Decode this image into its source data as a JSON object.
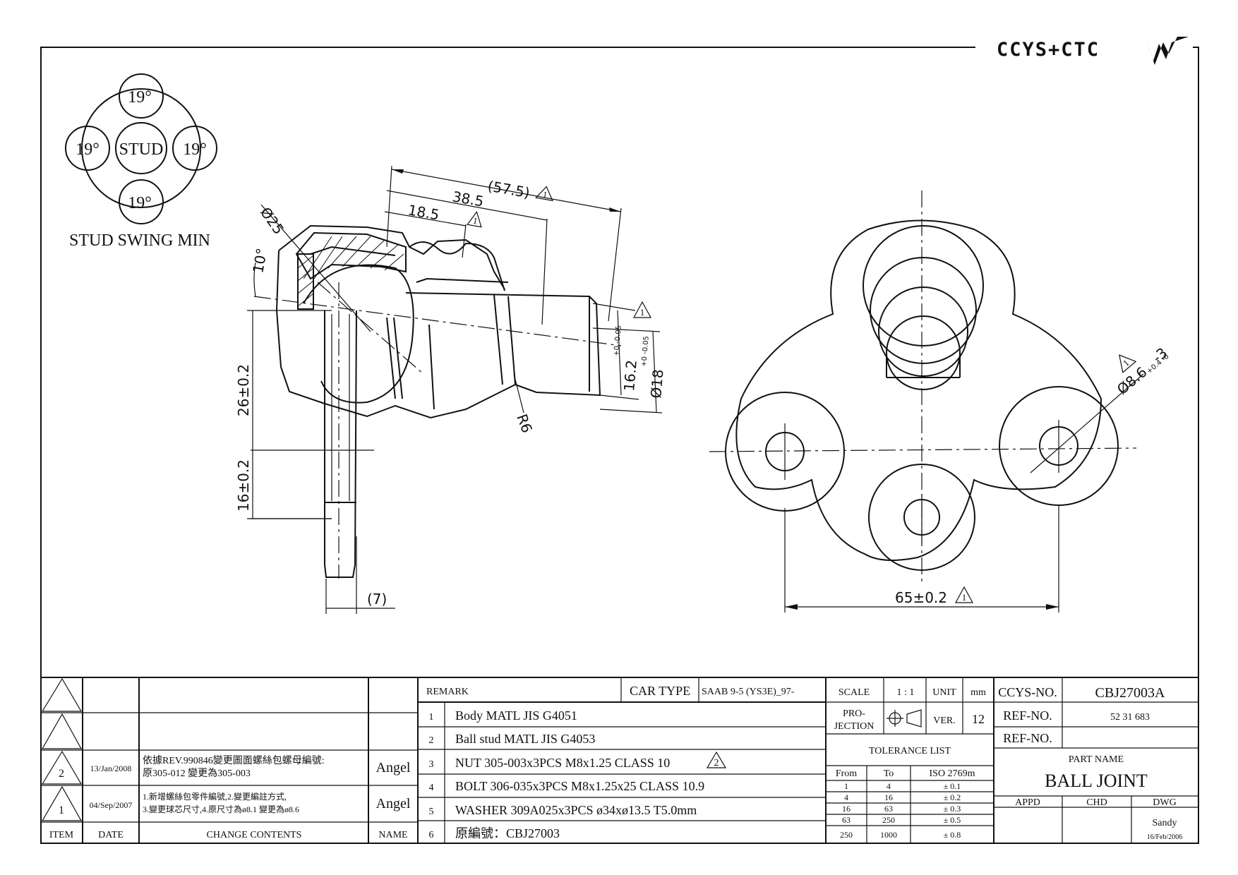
{
  "logo": {
    "text": "CCYS+CTC"
  },
  "swing": {
    "center_label": "STUD",
    "angles": [
      "19°",
      "19°",
      "19°",
      "19°"
    ],
    "caption": "STUD SWING MIN"
  },
  "side_view": {
    "dims": {
      "d57": "(57.5)",
      "d38": "38.5",
      "d18": "18.5",
      "dia25": "Ø25",
      "angle10": "10°",
      "d26": "26±0.2",
      "d16": "16±0.2",
      "d7": "(7)",
      "d162": "16.2",
      "d162_tol": "+0 -0.05",
      "dia18": "Ø18",
      "dia18_tol": "+0 -0.05",
      "r6": "R6"
    },
    "rev_mark": "1"
  },
  "top_view": {
    "dims": {
      "hole": "Ø8.6",
      "hole_tol": "+0.4 -0",
      "hole_qty": "-3",
      "pitch": "65±0.2"
    },
    "rev_mark": "1"
  },
  "revisions": {
    "rows": [
      {
        "mark": "",
        "date": "",
        "content": [
          "",
          ""
        ],
        "name": ""
      },
      {
        "mark": "",
        "date": "",
        "content": [
          "",
          ""
        ],
        "name": ""
      },
      {
        "mark": "2",
        "date": "13/Jan/2008",
        "content": [
          "依據REV.990846變更圖面螺絲包螺母編號:",
          "原305-012 變更為305-003"
        ],
        "name": "Angel"
      },
      {
        "mark": "1",
        "date": "04/Sep/2007",
        "content": [
          "1.新增螺絲包零件編號,2.變更編註方式,",
          "3.變更球芯尺寸,4.原尺寸為ø8.1 變更為ø8.6"
        ],
        "name": "Angel"
      }
    ],
    "headers": {
      "item": "ITEM",
      "date": "DATE",
      "change": "CHANGE CONTENTS",
      "name": "NAME"
    }
  },
  "remarks": {
    "header": "REMARK",
    "car_type_label": "CAR TYPE",
    "car_type_value": "SAAB 9-5 (YS3E)_97-",
    "items": [
      {
        "n": "1",
        "text": "Body MATL JIS G4051"
      },
      {
        "n": "2",
        "text": "Ball stud MATL JIS G4053"
      },
      {
        "n": "3",
        "text": "NUT 305-003x3PCS M8x1.25 CLASS 10",
        "rev": "2"
      },
      {
        "n": "4",
        "text": "BOLT 306-035x3PCS M8x1.25x25 CLASS 10.9"
      },
      {
        "n": "5",
        "text": "WASHER 309A025x3PCS ø34xø13.5 T5.0mm"
      },
      {
        "n": "6",
        "text": "原編號：CBJ27003"
      }
    ]
  },
  "title_block": {
    "scale_label": "SCALE",
    "scale_value": "1 : 1",
    "unit_label": "UNIT",
    "unit_value": "mm",
    "projection_label_1": "PRO-",
    "projection_label_2": "JECTION",
    "ver_label": "VER.",
    "ver_value": "12",
    "tolerance_title": "TOLERANCE LIST",
    "tol_headers": [
      "From",
      "To",
      "ISO 2769m"
    ],
    "tolerances": [
      [
        "1",
        "4",
        "± 0.1"
      ],
      [
        "4",
        "16",
        "± 0.2"
      ],
      [
        "16",
        "63",
        "± 0.3"
      ],
      [
        "63",
        "250",
        "± 0.5"
      ],
      [
        "250",
        "1000",
        "± 0.8"
      ]
    ],
    "ccys_no_label": "CCYS-NO.",
    "ccys_no_value": "CBJ27003A",
    "ref_no_label": "REF-NO.",
    "ref_no_value": "52 31 683",
    "ref_no_label_2": "REF-NO.",
    "ref_no_value_2": "",
    "part_name_label": "PART NAME",
    "part_name_value": "BALL JOINT",
    "appd_label": "APPD",
    "chd_label": "CHD",
    "dwg_label": "DWG",
    "dwg_name": "Sandy",
    "dwg_date": "16/Feb/2006"
  }
}
